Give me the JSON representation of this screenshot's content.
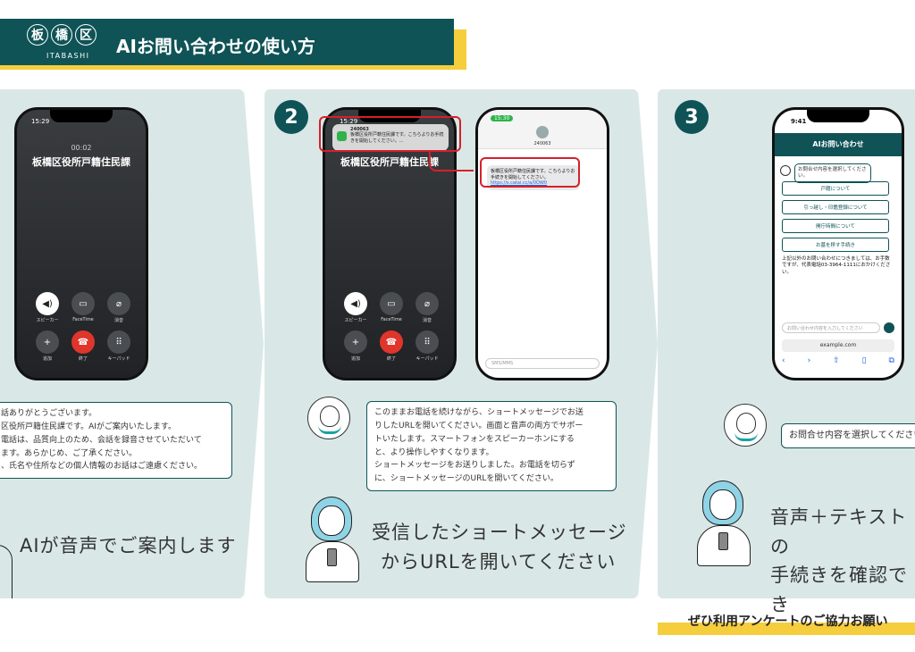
{
  "header": {
    "logo_kanji": [
      "板",
      "橋",
      "区"
    ],
    "logo_sub": "ITABASHI",
    "title": "AIお問い合わせの使い方"
  },
  "colors": {
    "brand": "#0f5356",
    "accent_yellow": "#f6cd3c",
    "panel_bg": "#d9e8e7",
    "highlight_red": "#d6202c"
  },
  "panel1": {
    "phone": {
      "time": "15:29",
      "duration": "00:02",
      "caller": "板橋区役所戸籍住民課",
      "buttons": [
        "スピーカー",
        "FaceTime",
        "消音",
        "追加",
        "終了",
        "キーパッド"
      ]
    },
    "message": [
      "話ありがとうございます。",
      "区役所戸籍住民課です。AIがご案内いたします。",
      "電話は、品質向上のため、会話を録音させていただいて",
      "ます。あらかじめ、ご了承ください。",
      "、氏名や住所などの個人情報のお話はご遠慮ください。"
    ],
    "caption": "AIが音声でご案内します"
  },
  "panel2": {
    "step": "2",
    "notification": {
      "sender": "240063",
      "text": "板橋区役所戸籍住民課です。こちらよりお手続きを開始してください。..."
    },
    "sms": {
      "time": "15:30",
      "contact": "240063",
      "message": "板橋区役所戸籍住民課です。こちらよりお手続きを開始してください。",
      "link": "https://s.catai.cc/a/0OW0",
      "input_placeholder": "SMS/MMS"
    },
    "message": [
      "このままお電話を続けながら、ショートメッセージでお送",
      "りしたURLを開いてください。画面と音声の両方でサポー",
      "トいたします。スマートフォンをスピーカーホンにする",
      "と、より操作しやすくなります。",
      "ショートメッセージをお送りしました。お電話を切らず",
      "に、ショートメッセージのURLを開いてください。"
    ],
    "caption": [
      "受信したショートメッセージ",
      "からURLを開いてください"
    ]
  },
  "panel3": {
    "step": "3",
    "chat": {
      "time": "9:41",
      "title": "AIお問い合わせ",
      "question": "お問合せ内容を選択してください。",
      "options": [
        "戸籍について",
        "引っ越し・印鑑登録について",
        "開庁時間について",
        "お墓を移す手続き"
      ],
      "info": "上記以外のお問い合わせにつきましては、お手数ですが、代表電話03-3964-1111におかけください。",
      "input_placeholder": "お問い合わせ内容を入力してください",
      "url": "example.com"
    },
    "message": "お問合せ内容を選択してください",
    "caption": [
      "音声＋テキストの",
      "手続きを確認でき"
    ]
  },
  "footer": "ぜひ利用アンケートのご協力お願い"
}
